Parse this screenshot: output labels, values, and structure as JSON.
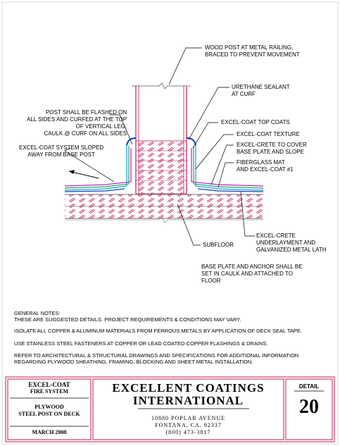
{
  "callouts": {
    "wood_post": "WOOD POST AT METAL RAILING,\nBRACED TO PREVENT MOVEMENT",
    "urethane": "URETHANE SEALANT\nAT CURF",
    "flash": "POST SHALL BE FLASHED ON\nALL SIDES AND CURFED AT THE TOP\nOF VERTICAL LEG.\nCAULK @ CURF ON ALL SIDES",
    "top_coats": "EXCEL-COAT TOP COATS",
    "texture": "EXCEL-COAT TEXTURE",
    "system_sloped": "EXCEL-COAT SYSTEM SLOPED\nAWAY FROM BASE POST",
    "excel_crete_cover": "EXCEL-CRETE TO COVER\nBASE PLATE AND SLOPE",
    "fiberglass": "FIBERGLASS MAT\nAND EXCEL-COAT #1",
    "underlayment": "EXCEL-CRETE\nUNDERLAYMENT AND\nGALVANIZED METAL LATH",
    "subfloor": "SUBFLOOR",
    "base_plate": "BASE PLATE AND ANCHOR SHALL BE\nSET IN CAULK AND ATTACHED TO\nFLOOR"
  },
  "notes": {
    "heading": "GENERAL NOTES:",
    "n1": "THESE ARE SUGGESTED DETAILS. PROJECT REQUIREMENTS & CONDITIONS MAY VARY.",
    "n2": "ISOLATE ALL COPPER & ALUMINUM MATERIALS FROM FERROUS METALS BY APPLICATION OF DECK SEAL TAPE.",
    "n3": "USE STAINLESS STEEL FASTENERS AT COPPER OR LEAD COATED COPPER FLASHINGS & DRAINS.",
    "n4": "REFER TO ARCHITECTURAL & STRUCTURAL DRAWINGS AND SPECIFICATIONS FOR ADDITIONAL INFORMATION\nREGARDING PLYWOOD SHEATHING, FRAMING, BLOCKING AND SHEET METAL INSTALLATION."
  },
  "title_block": {
    "system_line1": "EXCEL-COAT",
    "system_line2": "FIRE SYSTEM",
    "detail_line1": "PLYWOOD",
    "detail_line2": "STEEL POST ON DECK",
    "date": "MARCH 2008",
    "company_line1": "EXCELLENT COATINGS",
    "company_line2": "INTERNATIONAL",
    "address1": "10880 POPLAR AVENUE",
    "address2": "FONTANA, CA. 92337",
    "phone": "(800) 473-3817",
    "detail_label": "DETAIL",
    "detail_number": "20"
  },
  "colors": {
    "border": "#c0185a",
    "hatch": "#c0185a",
    "coat_blue": "#1040c0",
    "coat_cyan": "#10a0d0",
    "coat_green": "#20a060",
    "coat_magenta": "#c020c0"
  }
}
